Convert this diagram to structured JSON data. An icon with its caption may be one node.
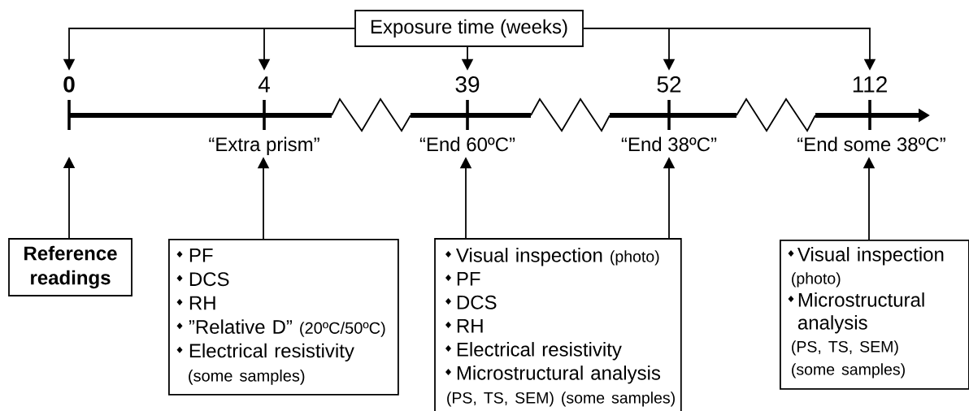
{
  "diagram": {
    "nodes": [
      {
        "text": [
          "Exposure time (weeks)"
        ]
      },
      {
        "text": [
          "0"
        ]
      },
      {
        "text": [
          "4"
        ]
      },
      {
        "text": [
          "39"
        ]
      },
      {
        "text": [
          "52"
        ]
      },
      {
        "text": [
          "112"
        ]
      },
      {
        "text": [
          "“Extra prism”"
        ]
      },
      {
        "text": [
          "“End 60ºC”"
        ]
      },
      {
        "text": [
          "“End 38ºC”"
        ]
      },
      {
        "text": [
          "“End some 38ºC”"
        ]
      },
      {
        "text": [
          "Reference readings"
        ]
      },
      {
        "text": [
          "PF",
          "DCS",
          "RH",
          "”Relative D”",
          "(20ºC/50ºC)",
          "Electrical resistivity",
          "(some samples)"
        ]
      },
      {
        "text": [
          "Visual inspection",
          "(photo)",
          "PF",
          "DCS",
          "RH",
          "Electrical resistivity",
          "Microstructural analysis",
          "(PS, TS, SEM) (some samples)"
        ]
      },
      {
        "text": [
          "Visual inspection",
          "(photo)",
          "Microstructural analysis",
          "(PS, TS, SEM) (some samples)"
        ]
      }
    ],
    "edges": [
      {
        "from": 0,
        "to": 1,
        "arrow": "to"
      },
      {
        "from": 0,
        "to": 2,
        "arrow": "to"
      },
      {
        "from": 0,
        "to": 3,
        "arrow": "to"
      },
      {
        "from": 0,
        "to": 4,
        "arrow": "to"
      },
      {
        "from": 0,
        "to": 5,
        "arrow": "to"
      },
      {
        "from": 10,
        "to": null,
        "arrow": "to"
      },
      {
        "from": 11,
        "to": 6,
        "arrow": "to"
      },
      {
        "from": 12,
        "to": 7,
        "arrow": "to"
      },
      {
        "from": 12,
        "to": 8,
        "arrow": "to"
      },
      {
        "from": 13,
        "to": 9,
        "arrow": "to"
      }
    ]
  }
}
